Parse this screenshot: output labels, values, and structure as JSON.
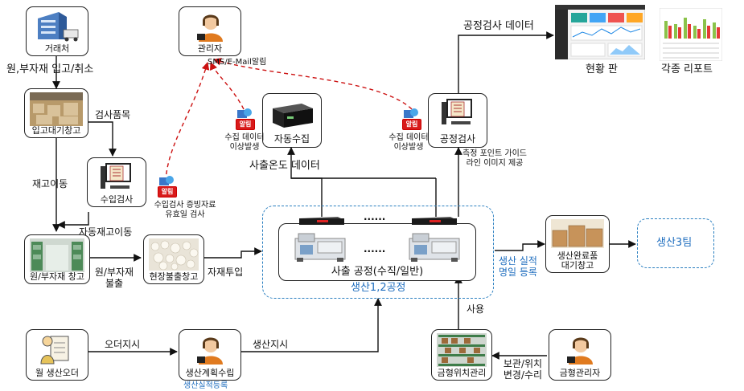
{
  "nodes": {
    "supplier": "거래처",
    "manager": "관리자",
    "receiving_wait": "입고대기창고",
    "incoming_inspection": "수입검사",
    "material_warehouse": "원/부자재 창고",
    "site_release_warehouse": "현장불출창고",
    "auto_collection": "자동수집",
    "process_inspection": "공정검사",
    "injection_process": "사출 공정(수직/일반)",
    "production_area": "생산1,2공정",
    "finished_goods_warehouse": "생산완료품\n대기창고",
    "production_team3": "생산3팀",
    "monthly_order": "월 생산오더",
    "production_planning": "생산계획수립",
    "mold_location_mgmt": "금형위치관리",
    "mold_manager": "금형관리자",
    "dashboard": "현황 판",
    "reports": "각종 리포트"
  },
  "labels": {
    "material_in_cancel": "원,부자재 입고/취소",
    "sms_email_alert": "SMS/E-Mail알림",
    "inspection_items": "검사품목",
    "stock_transfer": "재고이동",
    "auto_stock_transfer": "자동재고이동",
    "material_release": "원/부자재\n불출",
    "material_input": "자재투입",
    "injection_temp_data": "사출온도 데이터",
    "process_inspection_data": "공정검사 데이터",
    "measure_guide": "측정 포인트 가이드\n라인 이미지 제공",
    "production_result_registration": "생산 실적\n명일 등록",
    "use": "사용",
    "order_instruction": "오더지시",
    "production_instruction": "생산지시",
    "production_result_small": "생산실적등록",
    "storage_location": "보관/위치\n변경/수리",
    "collect_anomaly_1": "수집 데이터\n이상발생",
    "collect_anomaly_2": "수집 데이터\n이상발생",
    "incoming_evidence": "수입검사 증빙자료\n유효일 검사",
    "dots_top": "······",
    "dots_bottom": "······"
  },
  "alerts": {
    "label": "알림"
  },
  "colors": {
    "accent_blue": "#1f6ebf",
    "alert_red": "#d81b1b",
    "dash_red": "#cc1111"
  },
  "icons": {
    "supplier": "building-truck-icon",
    "manager": "operator-headset-icon",
    "inspection": "computer-checklist-icon",
    "server": "server-icon",
    "order": "clipboard-person-icon"
  }
}
